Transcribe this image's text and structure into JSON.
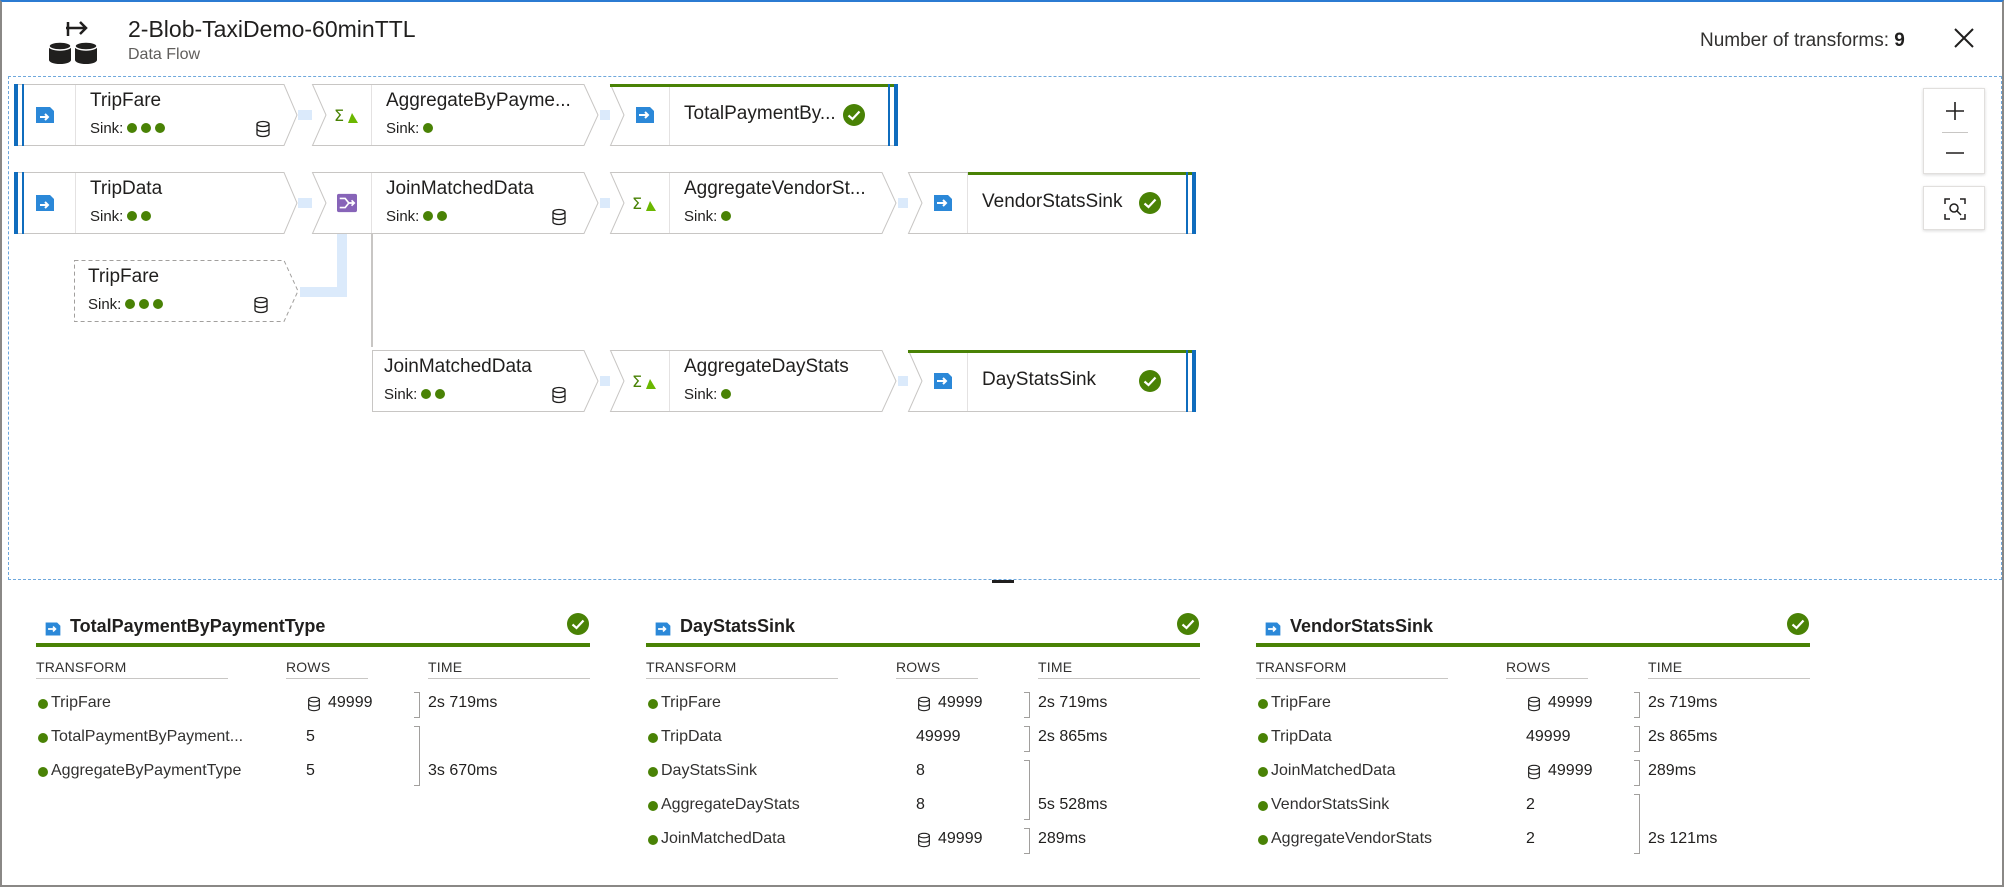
{
  "header": {
    "title": "2-Blob-TaxiDemo-60minTTL",
    "subtitle": "Data Flow",
    "transforms_label": "Number of transforms:",
    "transforms_count": "9"
  },
  "nodes": {
    "tripfare_source": {
      "title": "TripFare",
      "sink": "Sink:"
    },
    "aggregate_payment": {
      "title": "AggregateByPayme...",
      "sink": "Sink:"
    },
    "total_payment_sink": {
      "title": "TotalPaymentBy..."
    },
    "tripdata_source": {
      "title": "TripData",
      "sink": "Sink:"
    },
    "join_matched": {
      "title": "JoinMatchedData",
      "sink": "Sink:"
    },
    "aggregate_vendor": {
      "title": "AggregateVendorSt...",
      "sink": "Sink:"
    },
    "vendor_sink": {
      "title": "VendorStatsSink"
    },
    "tripfare_ref": {
      "title": "TripFare",
      "sink": "Sink:"
    },
    "join_matched_2": {
      "title": "JoinMatchedData",
      "sink": "Sink:"
    },
    "aggregate_day": {
      "title": "AggregateDayStats",
      "sink": "Sink:"
    },
    "day_sink": {
      "title": "DayStatsSink"
    }
  },
  "columns": {
    "transform": "TRANSFORM",
    "rows": "ROWS",
    "time": "TIME"
  },
  "panels": [
    {
      "title": "TotalPaymentByPaymentType",
      "rows": [
        {
          "name": "TripFare",
          "rows": "49999",
          "time": "2s 719ms",
          "cached": true
        },
        {
          "name": "TotalPaymentByPayment...",
          "rows": "5",
          "time": ""
        },
        {
          "name": "AggregateByPaymentType",
          "rows": "5",
          "time": "3s 670ms"
        }
      ]
    },
    {
      "title": "DayStatsSink",
      "rows": [
        {
          "name": "TripFare",
          "rows": "49999",
          "time": "2s 719ms",
          "cached": true
        },
        {
          "name": "TripData",
          "rows": "49999",
          "time": "2s 865ms"
        },
        {
          "name": "DayStatsSink",
          "rows": "8",
          "time": ""
        },
        {
          "name": "AggregateDayStats",
          "rows": "8",
          "time": "5s 528ms"
        },
        {
          "name": "JoinMatchedData",
          "rows": "49999",
          "time": "289ms",
          "cached": true
        }
      ]
    },
    {
      "title": "VendorStatsSink",
      "rows": [
        {
          "name": "TripFare",
          "rows": "49999",
          "time": "2s 719ms",
          "cached": true
        },
        {
          "name": "TripData",
          "rows": "49999",
          "time": "2s 865ms"
        },
        {
          "name": "JoinMatchedData",
          "rows": "49999",
          "time": "289ms",
          "cached": true
        },
        {
          "name": "VendorStatsSink",
          "rows": "2",
          "time": ""
        },
        {
          "name": "AggregateVendorStats",
          "rows": "2",
          "time": "2s 121ms"
        }
      ]
    }
  ],
  "colors": {
    "accent": "#0f6cbd",
    "success": "#498205",
    "connector": "#dbeafb"
  }
}
